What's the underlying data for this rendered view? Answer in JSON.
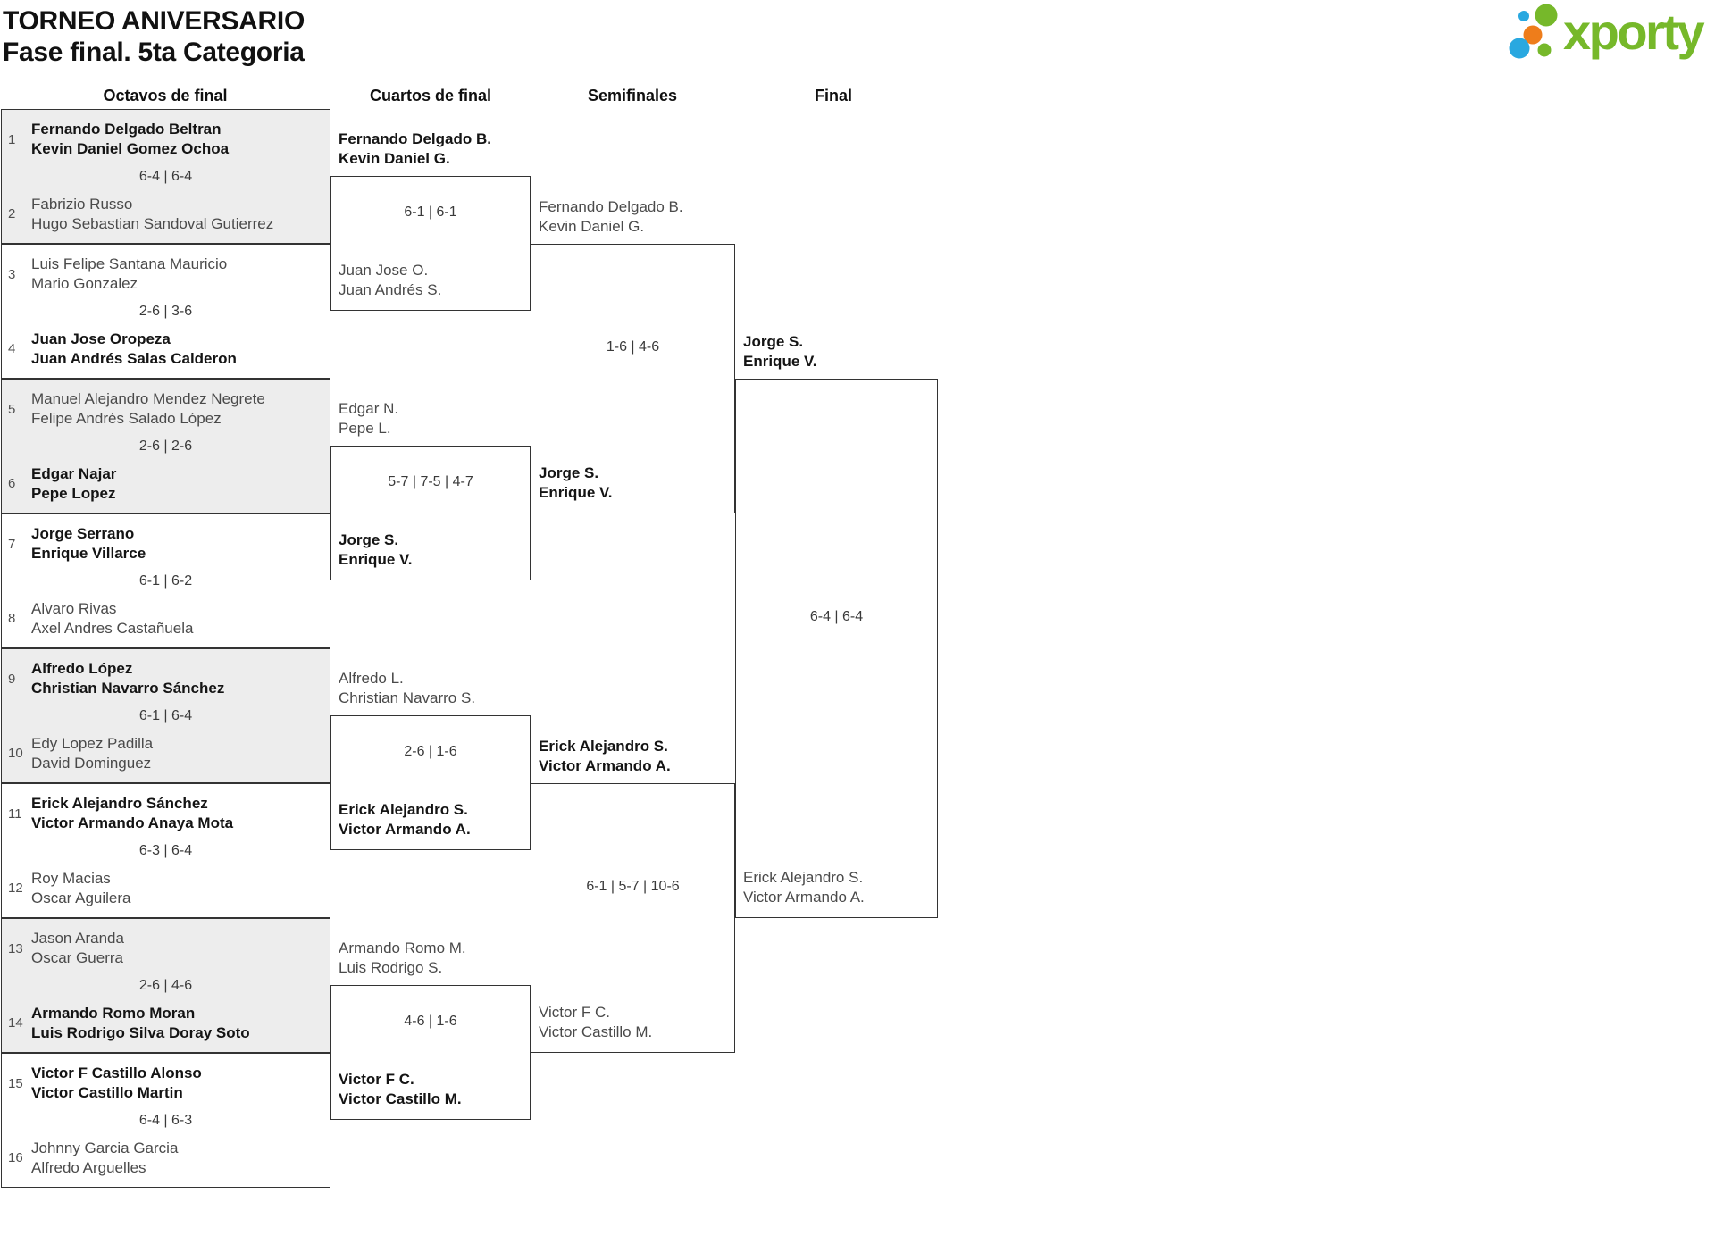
{
  "header": {
    "title_line1": "TORNEO ANIVERSARIO",
    "title_line2": "Fase final. 5ta Categoria"
  },
  "logo": {
    "text": "xporty",
    "colors": {
      "green": "#76b82a",
      "blue": "#29a8e0",
      "orange": "#ee7d1b"
    }
  },
  "rounds": [
    {
      "label": "Octavos de final"
    },
    {
      "label": "Cuartos de final"
    },
    {
      "label": "Semifinales"
    },
    {
      "label": "Final"
    }
  ],
  "bracket": {
    "round_of_16": [
      {
        "seed_top": "1",
        "team_top": [
          "Fernando Delgado Beltran",
          "Kevin Daniel Gomez Ochoa"
        ],
        "top_winner": true,
        "score": "6-4 | 6-4",
        "seed_bottom": "2",
        "team_bottom": [
          "Fabrizio Russo",
          "Hugo Sebastian Sandoval Gutierrez"
        ],
        "bottom_winner": false,
        "shaded": true
      },
      {
        "seed_top": "3",
        "team_top": [
          "Luis Felipe Santana Mauricio",
          "Mario Gonzalez"
        ],
        "top_winner": false,
        "score": "2-6 | 3-6",
        "seed_bottom": "4",
        "team_bottom": [
          "Juan Jose Oropeza",
          "Juan Andrés Salas Calderon"
        ],
        "bottom_winner": true,
        "shaded": false
      },
      {
        "seed_top": "5",
        "team_top": [
          "Manuel Alejandro Mendez Negrete",
          "Felipe Andrés Salado López"
        ],
        "top_winner": false,
        "score": "2-6 | 2-6",
        "seed_bottom": "6",
        "team_bottom": [
          "Edgar Najar",
          "Pepe Lopez"
        ],
        "bottom_winner": true,
        "shaded": true
      },
      {
        "seed_top": "7",
        "team_top": [
          "Jorge Serrano",
          "Enrique Villarce"
        ],
        "top_winner": true,
        "score": "6-1 | 6-2",
        "seed_bottom": "8",
        "team_bottom": [
          "Alvaro Rivas",
          "Axel Andres Castañuela"
        ],
        "bottom_winner": false,
        "shaded": false
      },
      {
        "seed_top": "9",
        "team_top": [
          "Alfredo López",
          "Christian Navarro Sánchez"
        ],
        "top_winner": true,
        "score": "6-1 | 6-4",
        "seed_bottom": "10",
        "team_bottom": [
          "Edy Lopez Padilla",
          "David Dominguez"
        ],
        "bottom_winner": false,
        "shaded": true
      },
      {
        "seed_top": "11",
        "team_top": [
          "Erick Alejandro Sánchez",
          "Victor Armando Anaya Mota"
        ],
        "top_winner": true,
        "score": "6-3 | 6-4",
        "seed_bottom": "12",
        "team_bottom": [
          "Roy Macias",
          "Oscar Aguilera"
        ],
        "bottom_winner": false,
        "shaded": false
      },
      {
        "seed_top": "13",
        "team_top": [
          "Jason Aranda",
          "Oscar Guerra"
        ],
        "top_winner": false,
        "score": "2-6 | 4-6",
        "seed_bottom": "14",
        "team_bottom": [
          "Armando Romo Moran",
          "Luis Rodrigo Silva Doray Soto"
        ],
        "bottom_winner": true,
        "shaded": true
      },
      {
        "seed_top": "15",
        "team_top": [
          "Victor F Castillo Alonso",
          "Victor Castillo Martin"
        ],
        "top_winner": true,
        "score": "6-4 | 6-3",
        "seed_bottom": "16",
        "team_bottom": [
          "Johnny Garcia Garcia",
          "Alfredo Arguelles"
        ],
        "bottom_winner": false,
        "shaded": false
      }
    ],
    "quarterfinals": [
      {
        "team_top": [
          "Fernando Delgado B.",
          "Kevin Daniel G."
        ],
        "top_winner": true,
        "score": "6-1 | 6-1",
        "team_bottom": [
          "Juan Jose O.",
          "Juan Andrés S."
        ],
        "bottom_winner": false
      },
      {
        "team_top": [
          "Edgar N.",
          "Pepe L."
        ],
        "top_winner": false,
        "score": "5-7 | 7-5 | 4-7",
        "team_bottom": [
          "Jorge S.",
          "Enrique V."
        ],
        "bottom_winner": true
      },
      {
        "team_top": [
          "Alfredo L.",
          "Christian Navarro S."
        ],
        "top_winner": false,
        "score": "2-6 | 1-6",
        "team_bottom": [
          "Erick Alejandro S.",
          "Victor Armando A."
        ],
        "bottom_winner": true
      },
      {
        "team_top": [
          "Armando Romo M.",
          "Luis Rodrigo S."
        ],
        "top_winner": false,
        "score": "4-6 | 1-6",
        "team_bottom": [
          "Victor F C.",
          "Victor Castillo M."
        ],
        "bottom_winner": true
      }
    ],
    "semifinals": [
      {
        "team_top": [
          "Fernando Delgado B.",
          "Kevin Daniel G."
        ],
        "top_winner": false,
        "score": "1-6 | 4-6",
        "team_bottom": [
          "Jorge S.",
          "Enrique V."
        ],
        "bottom_winner": true
      },
      {
        "team_top": [
          "Erick Alejandro S.",
          "Victor Armando A."
        ],
        "top_winner": true,
        "score": "6-1 | 5-7 | 10-6",
        "team_bottom": [
          "Victor F C.",
          "Victor Castillo M."
        ],
        "bottom_winner": false
      }
    ],
    "final": [
      {
        "team_top": [
          "Jorge S.",
          "Enrique V."
        ],
        "top_winner": true,
        "score": "6-4 | 6-4",
        "team_bottom": [
          "Erick Alejandro S.",
          "Victor Armando A."
        ],
        "bottom_winner": false
      }
    ]
  }
}
